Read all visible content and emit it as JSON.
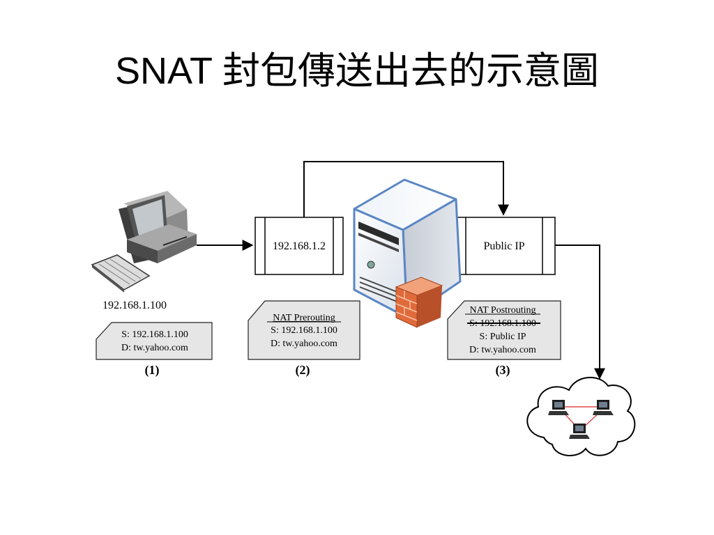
{
  "title": "SNAT 封包傳送出去的示意圖",
  "client": {
    "ip": "192.168.1.100"
  },
  "packet1": {
    "src": "S: 192.168.1.100",
    "dst": "D: tw.yahoo.com",
    "step": "(1)"
  },
  "interface_in": {
    "label": "192.168.1.2"
  },
  "packet2": {
    "heading": "NAT Prerouting",
    "src": "S: 192.168.1.100",
    "dst": "D: tw.yahoo.com",
    "step": "(2)"
  },
  "interface_out": {
    "label": "Public IP"
  },
  "packet3": {
    "heading": "NAT Postrouting",
    "src_old": "S: 192.168.1.100",
    "src": "S: Public IP",
    "dst": "D: tw.yahoo.com",
    "step": "(3)"
  },
  "colors": {
    "server_outline": "#5b86c4",
    "firewall": "#e06a3a",
    "packet_fill": "#e6e6e6",
    "cloud_link": "#e0484c"
  },
  "icons": [
    "desktop-computer-icon",
    "server-icon",
    "firewall-icon",
    "cloud-icon",
    "laptop-icon"
  ]
}
